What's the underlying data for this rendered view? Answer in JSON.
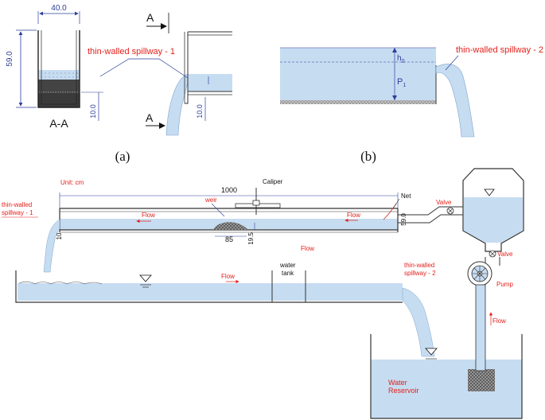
{
  "panel_a": {
    "dim_width": "40.0",
    "dim_height": "59.0",
    "dim_crest_left": "10.0",
    "dim_crest_right": "10.0",
    "section_mark": "A",
    "section_title": "A-A",
    "spillway_label": "thin-walled spillway - 1",
    "caption": "(a)"
  },
  "panel_b": {
    "h0": "h",
    "h0_sub": "0",
    "p1": "P",
    "p1_sub": "1",
    "spillway_label": "thin-walled spillway - 2",
    "caption": "(b)"
  },
  "main": {
    "unit": "Unit: cm",
    "length": "1000",
    "caliper": "Caliper",
    "net": "Net",
    "weir": "weir",
    "flow_channel_1": "Flow",
    "flow_channel_2": "Flow",
    "flow_below": "Flow",
    "flow_tank": "Flow",
    "flow_pipe": "Flow",
    "weir_length": "85",
    "weir_height": "19.5",
    "outlet_height": "10",
    "inlet_height": "59.0",
    "spillway1": [
      "thin-walled",
      "spillway - 1"
    ],
    "spillway2": [
      "thin-walled",
      "spillway - 2"
    ],
    "water_tank": [
      "water",
      "tank"
    ],
    "valve_top": "Valve",
    "valve_bottom": "Valve",
    "pump": "Pump",
    "reservoir": [
      "Water",
      "Reservoir"
    ]
  },
  "colors": {
    "water": "#c6dcf1",
    "label_red": "#e3201b",
    "dim_blue": "#2c3f9a"
  }
}
